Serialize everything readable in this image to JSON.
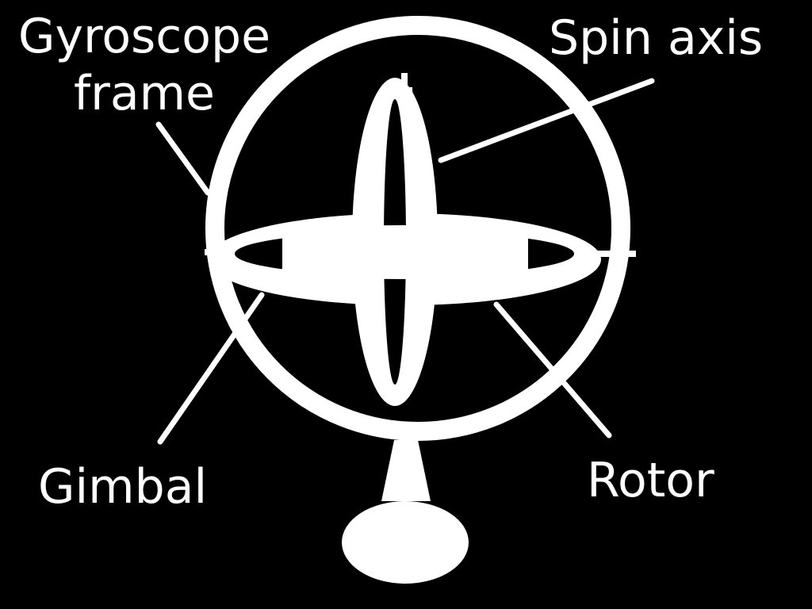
{
  "labels": {
    "gyroscope_frame_line1": "Gyroscope",
    "gyroscope_frame_line2": "frame",
    "spin_axis": "Spin axis",
    "gimbal": "Gimbal",
    "rotor": "Rotor"
  },
  "colors": {
    "background": "#000000",
    "foreground": "#ffffff"
  }
}
